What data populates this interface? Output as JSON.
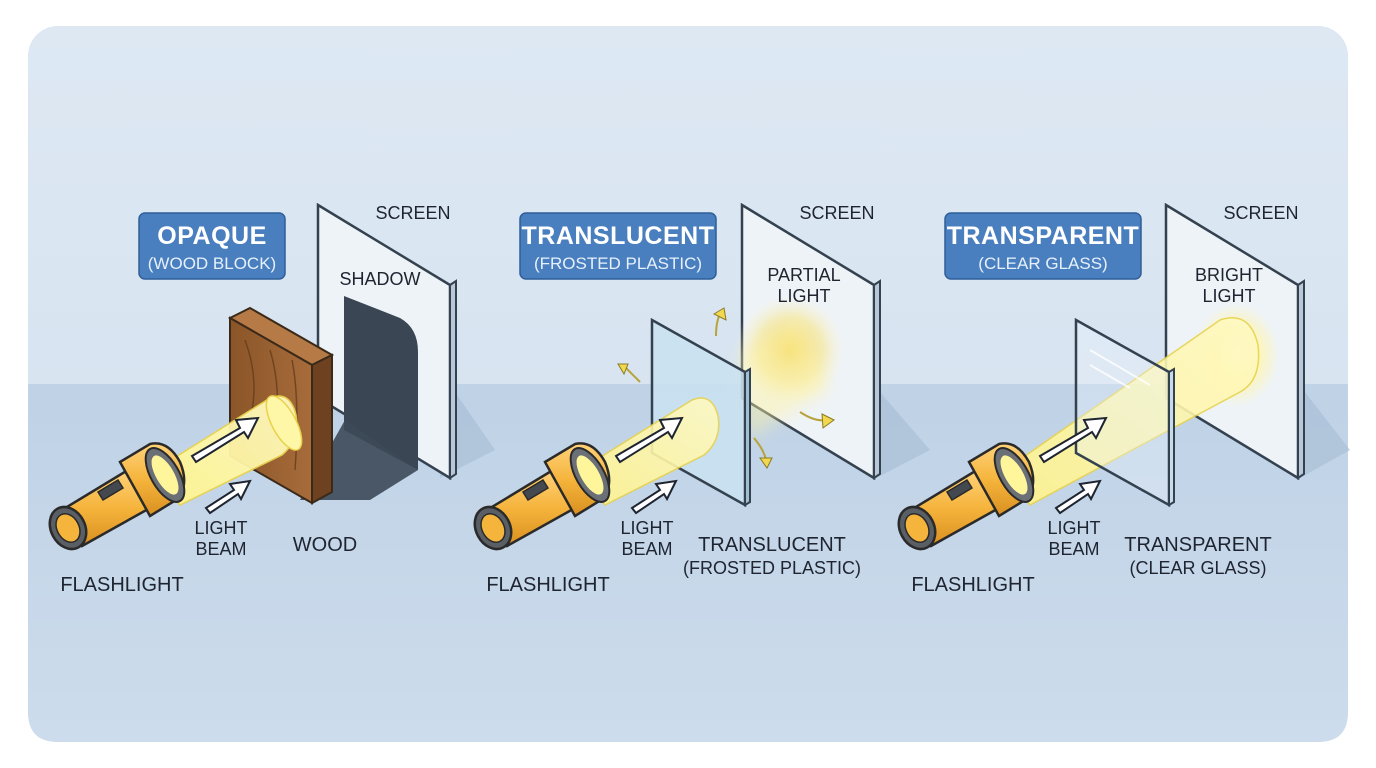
{
  "panels": [
    {
      "badge_title": "OPAQUE",
      "badge_subtitle": "(WOOD BLOCK)",
      "screen_label": "SCREEN",
      "screen_text_line1": "SHADOW",
      "screen_text_line2": "",
      "beam_label_line1": "LIGHT",
      "beam_label_line2": "BEAM",
      "flashlight_label": "FLASHLIGHT",
      "material_label_line1": "WOOD",
      "material_label_line2": ""
    },
    {
      "badge_title": "TRANSLUCENT",
      "badge_subtitle": "(FROSTED PLASTIC)",
      "screen_label": "SCREEN",
      "screen_text_line1": "PARTIAL",
      "screen_text_line2": "LIGHT",
      "beam_label_line1": "LIGHT",
      "beam_label_line2": "BEAM",
      "flashlight_label": "FLASHLIGHT",
      "material_label_line1": "TRANSLUCENT",
      "material_label_line2": "(FROSTED PLASTIC)"
    },
    {
      "badge_title": "TRANSPARENT",
      "badge_subtitle": "(CLEAR GLASS)",
      "screen_label": "SCREEN",
      "screen_text_line1": "BRIGHT",
      "screen_text_line2": "LIGHT",
      "beam_label_line1": "LIGHT",
      "beam_label_line2": "BEAM",
      "flashlight_label": "FLASHLIGHT",
      "material_label_line1": "TRANSPARENT",
      "material_label_line2": "(CLEAR GLASS)"
    }
  ],
  "colors": {
    "card_background": "#d6e3f0",
    "floor": "#c4d6e8",
    "badge": "#4a7fbf",
    "beam": "#fff27a",
    "flashlight_body": "#f5b43c",
    "wood": "#9a6235",
    "shadow": "#3a4654"
  }
}
